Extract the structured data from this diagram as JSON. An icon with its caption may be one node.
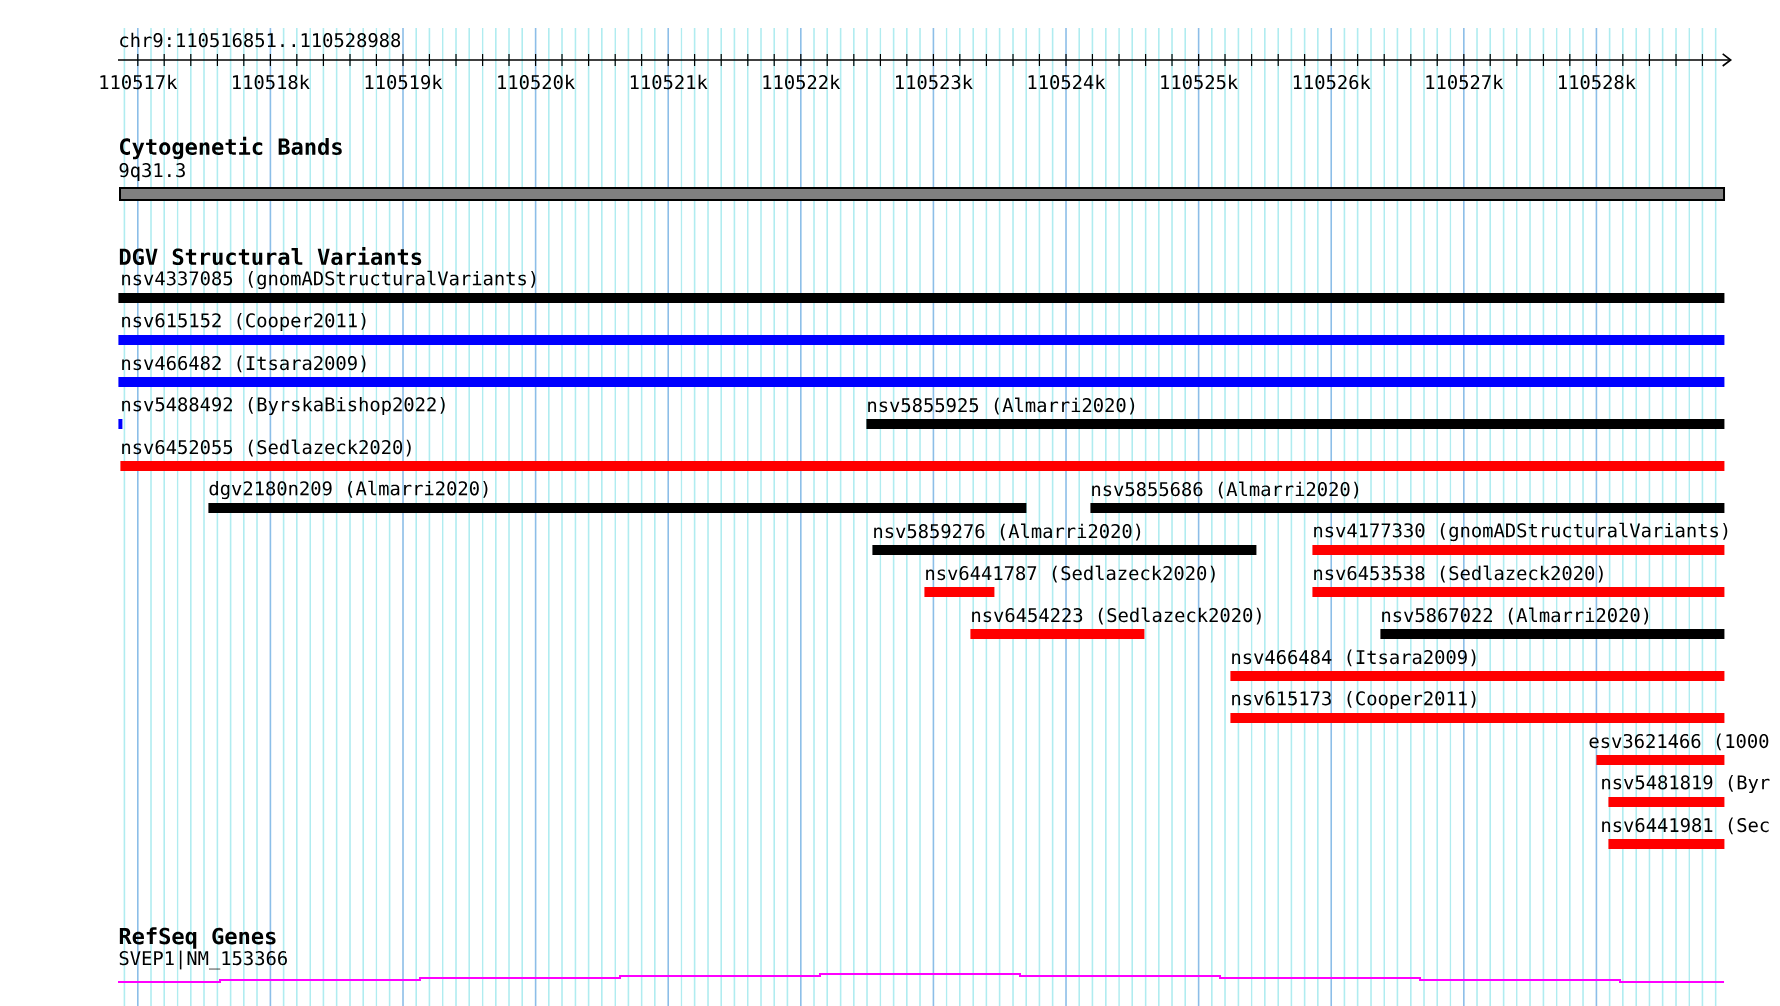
{
  "diagram": {
    "nodes": [
      {
        "text": [
          "9q31.3"
        ]
      },
      {
        "text": [
          "nsv4337085 (gnomADStructuralVariants)"
        ]
      },
      {
        "text": [
          "nsv615152 (Cooper2011)"
        ]
      },
      {
        "text": [
          "nsv466482 (Itsara2009)"
        ]
      },
      {
        "text": [
          "nsv5488492 (ByrskaBishop2022)"
        ]
      },
      {
        "text": [
          "nsv5855925 (Almarri2020)"
        ]
      },
      {
        "text": [
          "nsv6452055 (Sedlazeck2020)"
        ]
      },
      {
        "text": [
          "dgv2180n209 (Almarri2020)"
        ]
      },
      {
        "text": [
          "nsv5855686 (Almarri2020)"
        ]
      },
      {
        "text": [
          "nsv5859276 (Almarri2020)"
        ]
      },
      {
        "text": [
          "nsv4177330 (gnomADStructuralVariants)"
        ]
      },
      {
        "text": [
          "nsv6441787 (Sedlazeck2020)"
        ]
      },
      {
        "text": [
          "nsv6453538 (Sedlazeck2020)"
        ]
      },
      {
        "text": [
          "nsv6454223 (Sedlazeck2020)"
        ]
      },
      {
        "text": [
          "nsv5867022 (Almarri2020)"
        ]
      },
      {
        "text": [
          "nsv466484 (Itsara2009)"
        ]
      },
      {
        "text": [
          "nsv615173 (Cooper2011)"
        ]
      },
      {
        "text": [
          "esv3621466 (1000"
        ]
      },
      {
        "text": [
          "nsv5481819 (Byr"
        ]
      },
      {
        "text": [
          "nsv6441981 (Sec"
        ]
      },
      {
        "text": [
          "SVEP1|NM_153366"
        ]
      }
    ],
    "labels": [
      "chr9:110516851..110528988",
      "110517k",
      "110518k",
      "110519k",
      "110520k",
      "110521k",
      "110522k",
      "110523k",
      "110524k",
      "110525k",
      "110526k",
      "110527k",
      "110528k",
      "Cytogenetic Bands",
      "DGV Structural Variants",
      "RefSeq Genes"
    ]
  }
}
